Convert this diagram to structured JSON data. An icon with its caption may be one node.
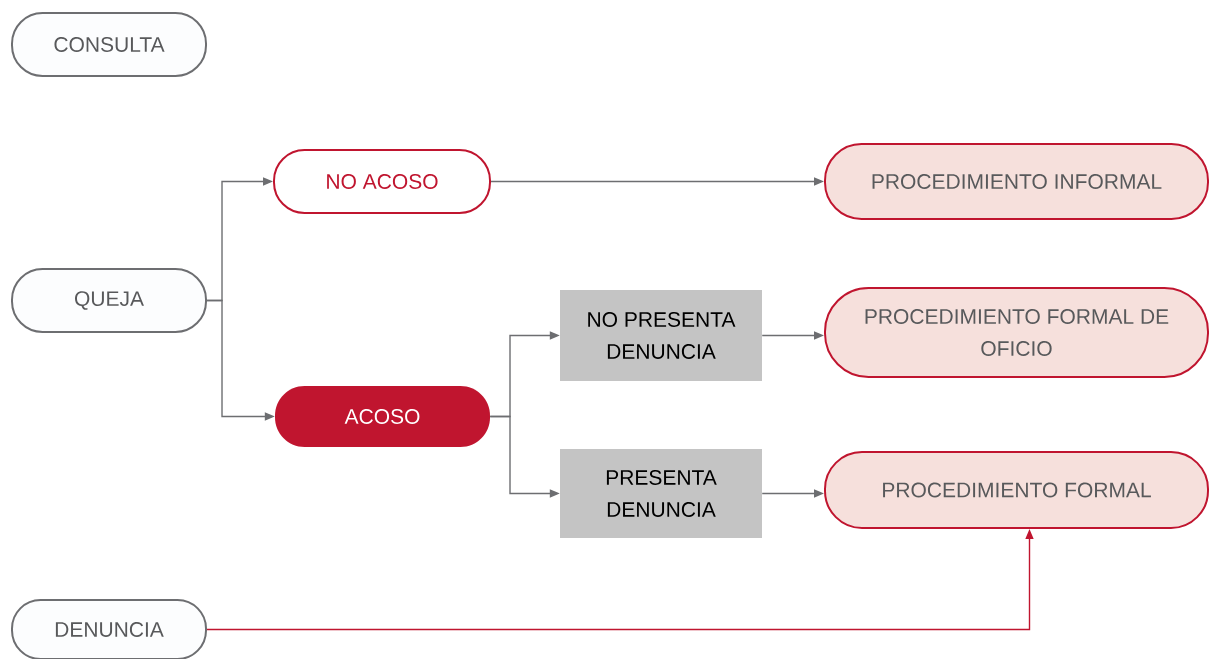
{
  "diagram": {
    "nodes": [
      {
        "text": [
          "CONSULTA"
        ]
      },
      {
        "text": [
          "NO ACOSO"
        ]
      },
      {
        "text": [
          "PROCEDIMIENTO INFORMAL"
        ]
      },
      {
        "text": [
          "QUEJA"
        ]
      },
      {
        "text": [
          "NO PRESENTA DENUNCIA"
        ]
      },
      {
        "text": [
          "PROCEDIMIENTO FORMAL DE OFICIO"
        ]
      },
      {
        "text": [
          "ACOSO"
        ]
      },
      {
        "text": [
          "PRESENTA DENUNCIA"
        ]
      },
      {
        "text": [
          "PROCEDIMIENTO FORMAL"
        ]
      },
      {
        "text": [
          "DENUNCIA"
        ]
      }
    ],
    "edges": [
      {
        "from": 3,
        "to": 1,
        "arrow": "to"
      },
      {
        "from": 3,
        "to": 6,
        "arrow": "to"
      },
      {
        "from": 1,
        "to": 2,
        "arrow": "to"
      },
      {
        "from": 6,
        "to": 4,
        "arrow": "to"
      },
      {
        "from": 6,
        "to": 7,
        "arrow": "to"
      },
      {
        "from": 4,
        "to": 5,
        "arrow": "to"
      },
      {
        "from": 7,
        "to": 8,
        "arrow": "to"
      },
      {
        "from": 9,
        "to": 8,
        "arrow": "to",
        "color": "#c0152f"
      }
    ]
  }
}
